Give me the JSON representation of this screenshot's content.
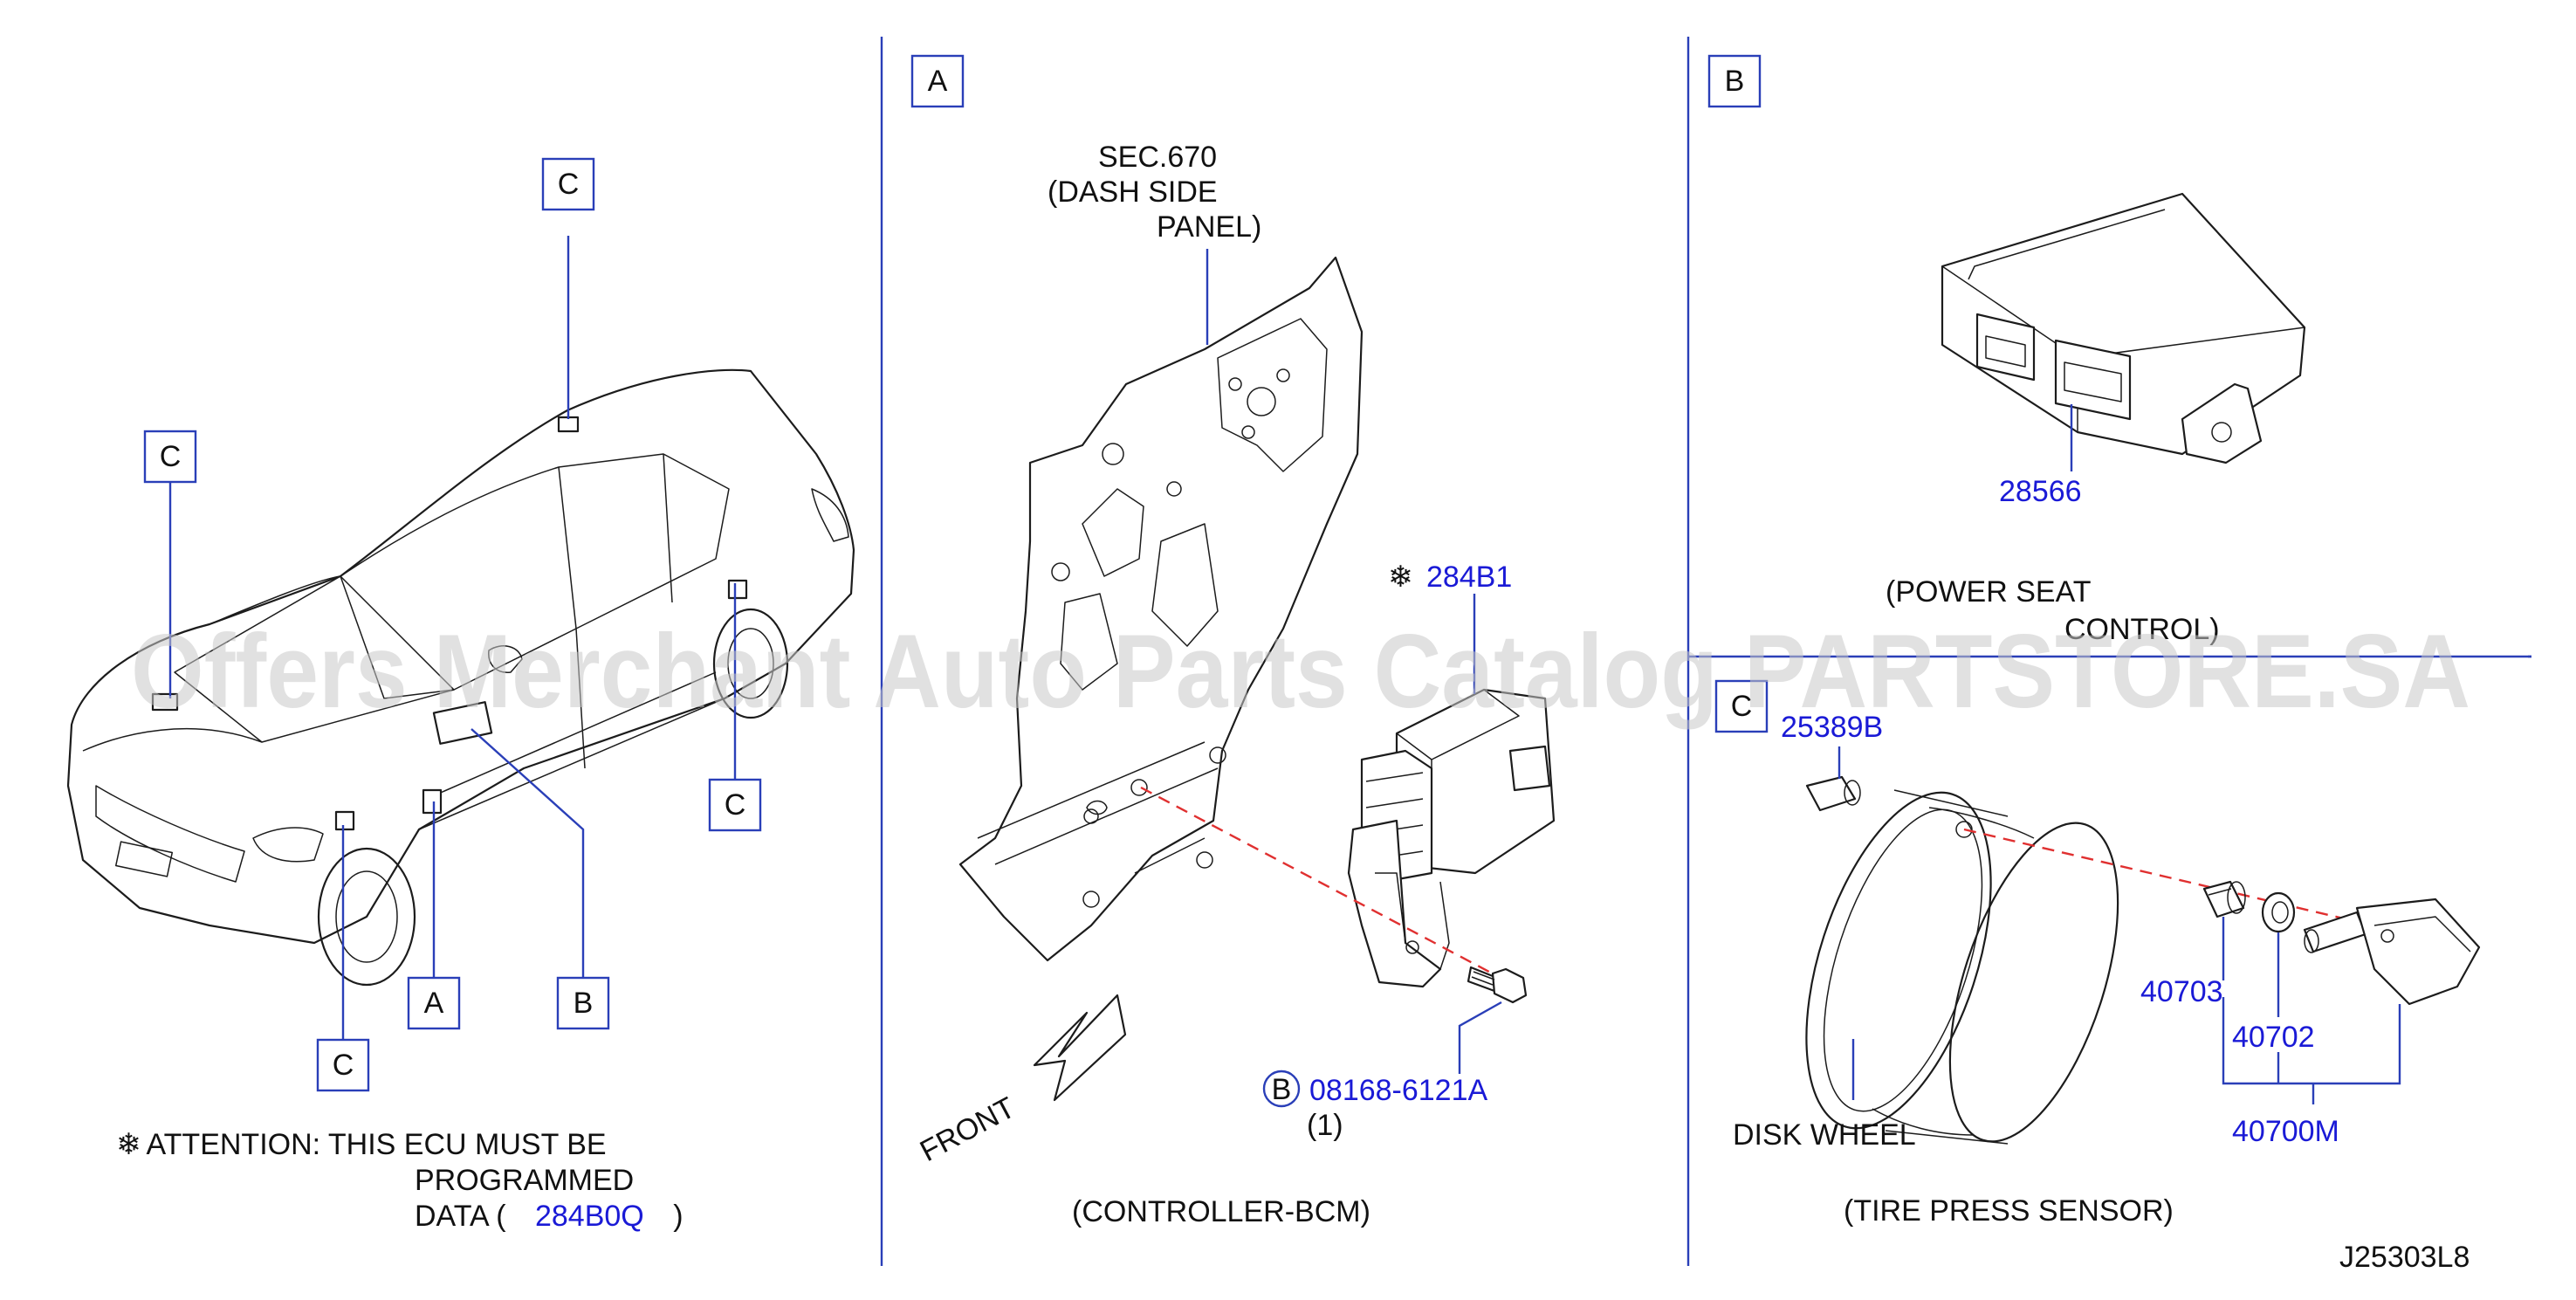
{
  "watermark": "Offers Merchant Auto Parts Catalog PARTSTORE.SA",
  "diagram_code": "J25303L8",
  "overview": {
    "callouts": [
      "C",
      "C",
      "C",
      "C",
      "A",
      "B"
    ],
    "attention_symbol": "❄",
    "attention_line1": "ATTENTION:  THIS  ECU  MUST  BE",
    "attention_line2": "PROGRAMMED",
    "attention_line3_prefix": "DATA  (",
    "attention_part": "284B0Q",
    "attention_line3_suffix": ")"
  },
  "section_a": {
    "tag": "A",
    "sec_ref_line1": "SEC.670",
    "sec_ref_line2": "(DASH   SIDE",
    "sec_ref_line3": "PANEL)",
    "ecu_symbol": "❄",
    "ecu_part": "284B1",
    "bolt_circle": "B",
    "bolt_part": "08168-6121A",
    "bolt_qty": "(1)",
    "front_label": "FRONT",
    "caption": "(CONTROLLER-BCM)"
  },
  "section_b": {
    "tag": "B",
    "module_part": "28566",
    "caption_line1": "(POWER   SEAT",
    "caption_line2": "CONTROL)"
  },
  "section_c": {
    "tag": "C",
    "valve_cap_part": "25389B",
    "nut_part": "40703",
    "grommet_part": "40702",
    "sensor_part": "40700M",
    "wheel_label": "DISK   WHEEL",
    "caption": "(TIRE   PRESS   SENSOR)"
  }
}
